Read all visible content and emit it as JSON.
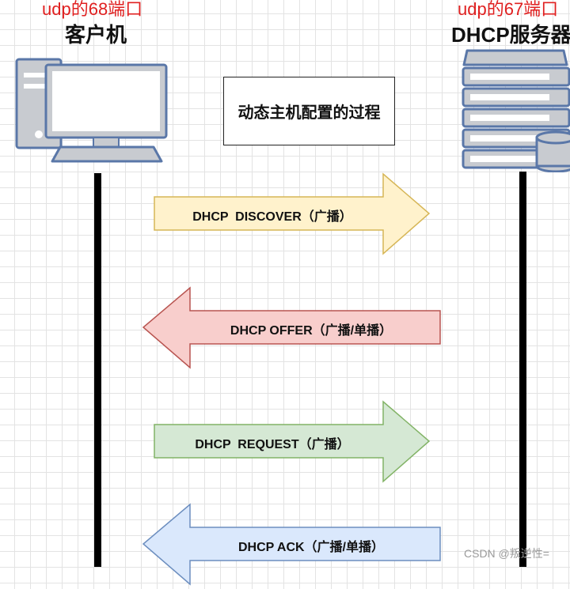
{
  "client": {
    "port_label": "udp的68端口",
    "name": "客户机",
    "icon": "desktop-computer-icon"
  },
  "server": {
    "port_label": "udp的67端口",
    "name": "DHCP服务器",
    "icon": "server-rack-icon"
  },
  "title": "动态主机配置的过程",
  "messages": [
    {
      "label": "DHCP  DISCOVER（广播）",
      "direction": "client-to-server",
      "fill": "#fff2cc",
      "stroke": "#d6b656"
    },
    {
      "label": "DHCP OFFER（广播/单播）",
      "direction": "server-to-client",
      "fill": "#f8cecc",
      "stroke": "#b85450"
    },
    {
      "label": "DHCP  REQUEST（广播）",
      "direction": "client-to-server",
      "fill": "#d5e8d4",
      "stroke": "#82b366"
    },
    {
      "label": "DHCP ACK（广播/单播）",
      "direction": "server-to-client",
      "fill": "#dae8fc",
      "stroke": "#6c8ebf"
    }
  ],
  "watermark": "CSDN @叛逆性="
}
